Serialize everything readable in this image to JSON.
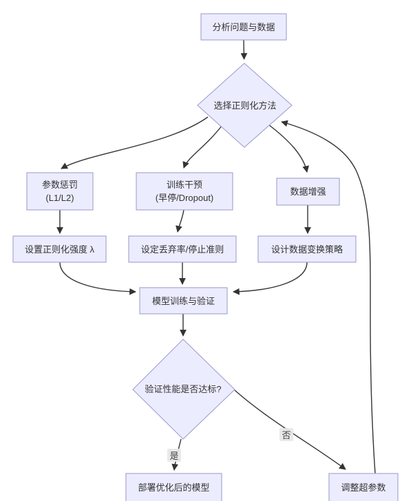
{
  "colors": {
    "node_fill": "#ECECFF",
    "node_border": "#9f9fce",
    "edge": "#333333",
    "text": "#333333",
    "label_bg": "#e8e8e8",
    "canvas_bg": "#ffffff"
  },
  "diagram_type": "flowchart",
  "nodes": {
    "analyze": {
      "label": "分析问题与数据",
      "shape": "rect"
    },
    "select_method": {
      "label": "选择正则化方法",
      "shape": "diamond"
    },
    "param_penalty": {
      "line1": "参数惩罚",
      "line2": "(L1/L2)",
      "shape": "rect"
    },
    "train_intervention": {
      "line1": "训练干预",
      "line2": "(早停/Dropout)",
      "shape": "rect"
    },
    "data_augment": {
      "label": "数据增强",
      "shape": "rect"
    },
    "set_lambda": {
      "label": "设置正则化强度 λ",
      "shape": "rect"
    },
    "set_dropout": {
      "label": "设定丢弃率/停止准则",
      "shape": "rect"
    },
    "design_transform": {
      "label": "设计数据变换策略",
      "shape": "rect"
    },
    "train_validate": {
      "label": "模型训练与验证",
      "shape": "rect"
    },
    "check_performance": {
      "label": "验证性能是否达标?",
      "shape": "diamond"
    },
    "deploy": {
      "label": "部署优化后的模型",
      "shape": "rect"
    },
    "tune_hparams": {
      "label": "调整超参数",
      "shape": "rect"
    }
  },
  "edges": [
    {
      "from": "analyze",
      "to": "select_method"
    },
    {
      "from": "select_method",
      "to": "param_penalty"
    },
    {
      "from": "select_method",
      "to": "train_intervention"
    },
    {
      "from": "select_method",
      "to": "data_augment"
    },
    {
      "from": "param_penalty",
      "to": "set_lambda"
    },
    {
      "from": "train_intervention",
      "to": "set_dropout"
    },
    {
      "from": "data_augment",
      "to": "design_transform"
    },
    {
      "from": "set_lambda",
      "to": "train_validate"
    },
    {
      "from": "set_dropout",
      "to": "train_validate"
    },
    {
      "from": "design_transform",
      "to": "train_validate"
    },
    {
      "from": "train_validate",
      "to": "check_performance"
    },
    {
      "from": "check_performance",
      "to": "deploy",
      "label": "是"
    },
    {
      "from": "check_performance",
      "to": "tune_hparams",
      "label": "否"
    },
    {
      "from": "tune_hparams",
      "to": "select_method"
    }
  ]
}
